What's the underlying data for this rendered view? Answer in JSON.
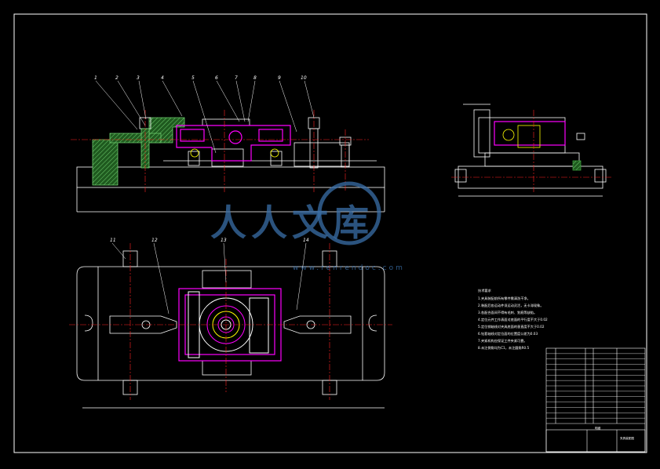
{
  "drawing": {
    "balloons": [
      "1",
      "2",
      "3",
      "4",
      "5",
      "6",
      "7",
      "8",
      "9",
      "10",
      "11",
      "12",
      "13",
      "14"
    ],
    "notes_title": "技术要求",
    "notes": [
      "1.夹具装配前所有零件需清洗干净。",
      "2.装配后各运动件须运动灵活，无卡滞现象。",
      "3.各配合面间不得有毛刺、划痕等缺陷。",
      "4.定位元件工作表面对底面的平行度不大于0.02",
      "5.定位销轴线对夹具底面的垂直度不大于0.02",
      "6.钻套轴线对定位面的位置度公差为0.03",
      "7.夹紧机构应保证工件夹紧可靠。",
      "8.未注倒角均为C1，未注圆角R0.5"
    ],
    "title_block": {
      "parts_header": "明细",
      "title": "夹具装配图",
      "rows": 14
    }
  },
  "watermark": {
    "text": "人人文库",
    "url": "www.renrendoc.com"
  },
  "colors": {
    "background": "#000000",
    "outline": "#ffffff",
    "workpiece": "#ff00ff",
    "centerline": "#ff2020",
    "section_hatch": "#3a9a3a",
    "yellow": "#ffff00",
    "cyan": "#00e0e0",
    "watermark": "#3a6fa8"
  }
}
